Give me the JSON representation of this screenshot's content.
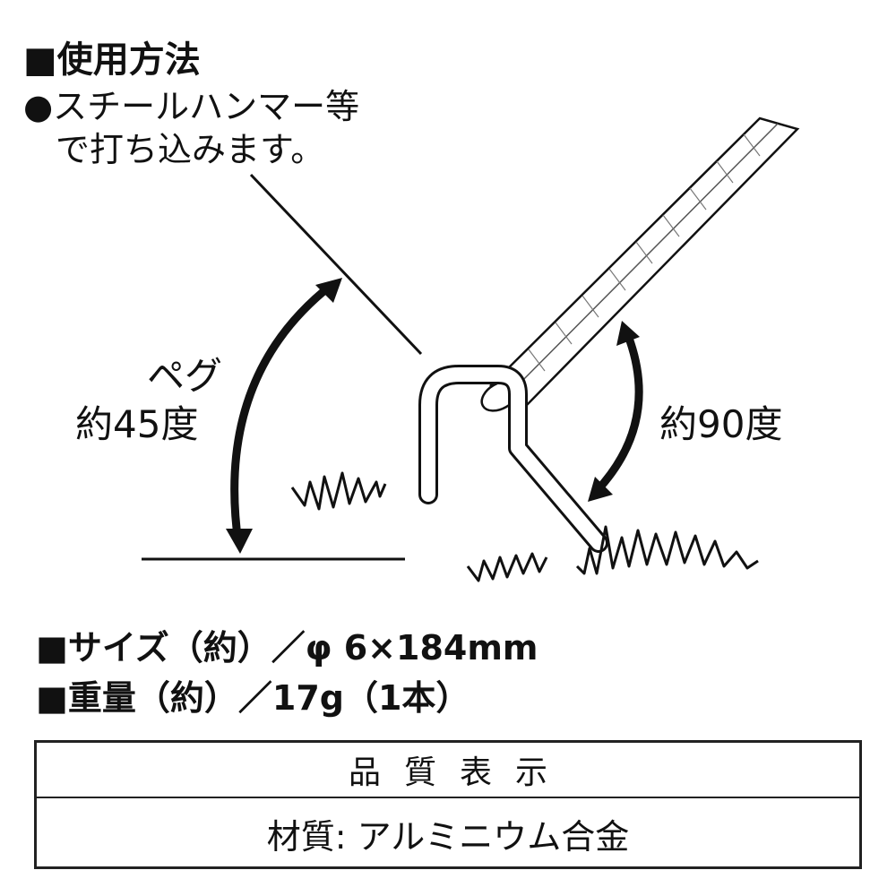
{
  "usage": {
    "heading": "■使用方法",
    "line1": "●スチールハンマー等",
    "line2": "で打ち込みます。"
  },
  "diagram": {
    "peg_label_line1": "ペグ",
    "peg_label_line2": "約45度",
    "rope_label": "約90度"
  },
  "specs": {
    "size": "■サイズ（約）／φ 6×184mm",
    "weight": "■重量（約）／17g（1本）"
  },
  "quality_table": {
    "header": "品質表示",
    "material": "材質: アルミニウム合金"
  },
  "colors": {
    "ink": "#111111",
    "background": "#ffffff"
  }
}
